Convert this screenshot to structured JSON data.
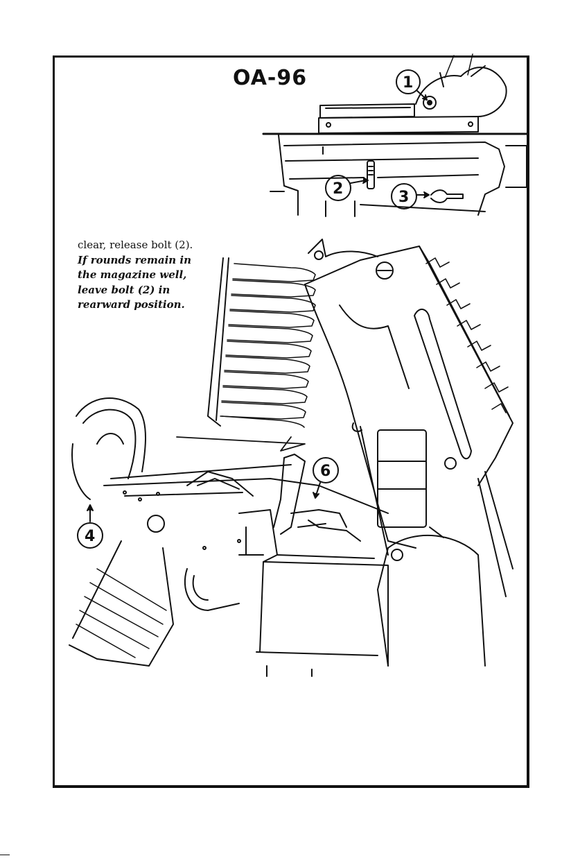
{
  "figure": {
    "title": "OA-96",
    "instructions": {
      "line1": "clear, release bolt (2).",
      "italic_lines": [
        "If rounds remain in",
        "the magazine well,",
        "leave bolt (2) in",
        "rearward position."
      ]
    },
    "callouts": [
      "1",
      "2",
      "3",
      "4",
      "6"
    ]
  }
}
